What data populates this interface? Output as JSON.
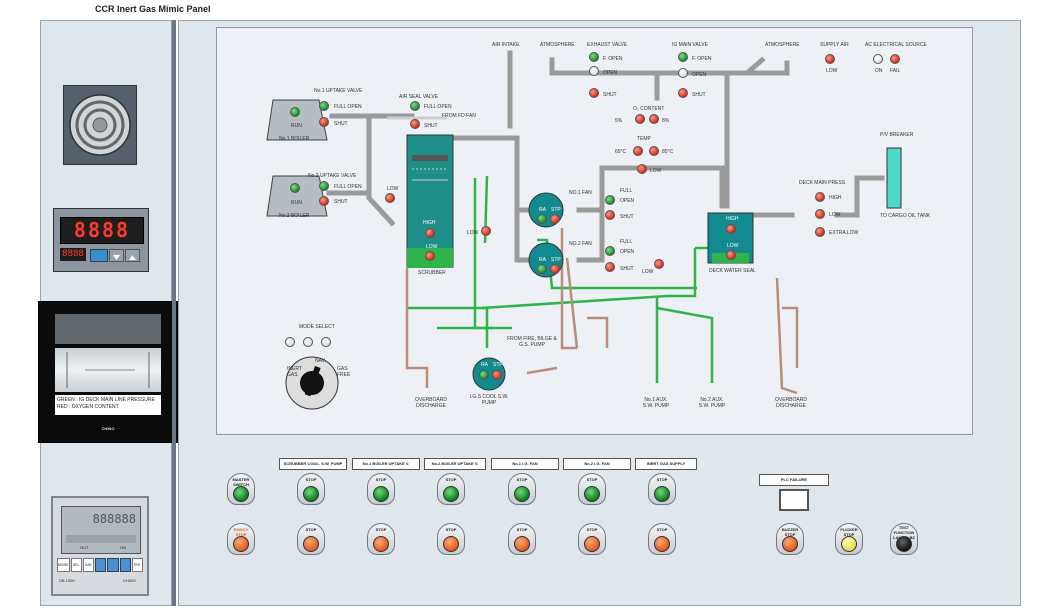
{
  "title": "CCR Inert Gas Mimic Panel",
  "colors": {
    "panel": "#dfe6ec",
    "pipe": "#9a9a9a",
    "seawater": "#2fb34a",
    "discharge": "#b98d7a",
    "lamp_green": "#1c8a2b",
    "lamp_red": "#d62c1a",
    "button_orange": "#e2571a"
  },
  "instruments": {
    "meter_digits": "8888",
    "meter_small": "8888",
    "recorder_legend_green": "GREEN : IG DECK MAIN LINE PRESSURE",
    "recorder_legend_red": "RED    : OXYGEN CONTENT",
    "recorder_brand": "CHINO",
    "controller_lcd": "888888",
    "controller_out": "OUT",
    "controller_on": "ON",
    "controller_keys": [
      "MODE",
      "SEL",
      "A/M",
      "",
      "",
      "",
      "ENT"
    ],
    "controller_model": "DB 1000",
    "controller_brand": "CHINO"
  },
  "mimic": {
    "air_intake": "AIR INTAKE",
    "atmosphere_1": "ATMOSPHERE",
    "exhaust_valve": "EXHAUST VALVE",
    "ig_main_valve": "IG MAIN VALVE",
    "atmosphere_2": "ATMOSPHERE",
    "supply_air": "SUPPLY AIR",
    "ac_source": "AC ELECTRICAL SOURCE",
    "f_open": "F. OPEN",
    "open": "OPEN",
    "shut": "SHUT",
    "low": "LOW",
    "on": "ON",
    "fail": "FAIL",
    "o2_content": "O₂ CONTENT",
    "pct5": "5%",
    "pct8": "8%",
    "temp": "TEMP",
    "t65": "65°C",
    "t85": "85°C",
    "boiler1_valve": "No.1 UPTAKE VALVE",
    "boiler2_valve": "No.2 UPTAKE VALVE",
    "air_seal_valve": "AIR SEAL VALVE",
    "full_open": "FULL  OPEN",
    "from_fd_fan": "FROM FD FAN",
    "run": "RUN",
    "boiler1": "No.1 BOILER",
    "boiler2": "No.2 BOILER",
    "high": "HIGH",
    "scrubber": "SCRUBBER",
    "fan1": "NO.1 FAN",
    "fan2": "NO.2 FAN",
    "full": "FULL",
    "ra": "RA",
    "stp": "STP",
    "pv_breaker": "P/V BREAKER",
    "deck_main_press": "DECK MAIN PRESS",
    "extra_low": "EXTRA LOW",
    "to_cargo": "TO CARGO OIL TANK",
    "deck_water_seal": "DECK WATER SEAL",
    "mode_select": "MODE SELECT",
    "inert_gas": "INERT GAS",
    "nav": "NAV.",
    "gas_free": "GAS FREE",
    "from_fire": "FROM FIRE, BILGE & G.S. PUMP",
    "igs_pump": "I.G.S COOL S.W. PUMP",
    "overboard_1": "OVERBOARD DISCHARGE",
    "overboard_2": "OVERBOARD DISCHARGE",
    "aux1": "No.1 AUX. S.W. PUMP",
    "aux2": "No.2 AUX. S.W. PUMP"
  },
  "controls": {
    "groups": [
      "SCRUBBER COOL. S.W. PUMP",
      "No.1 BOILER UPTAKE V.",
      "No.2 BOILER UPTAKE V.",
      "No.1 I.G. FAN",
      "No.2 I.G. FAN",
      "INERT GAS SUPPLY"
    ],
    "stop": "STOP",
    "master_switch": "MASTER SWITCH",
    "emergency_stop": "EMGCY STOP",
    "plc_failure": "PLC FAILURE",
    "buzzer_stop": "BUZZER STOP",
    "flicker_stop": "FLICKER STOP",
    "test_function": "TEST FUNCTION LAMP & BZ"
  }
}
